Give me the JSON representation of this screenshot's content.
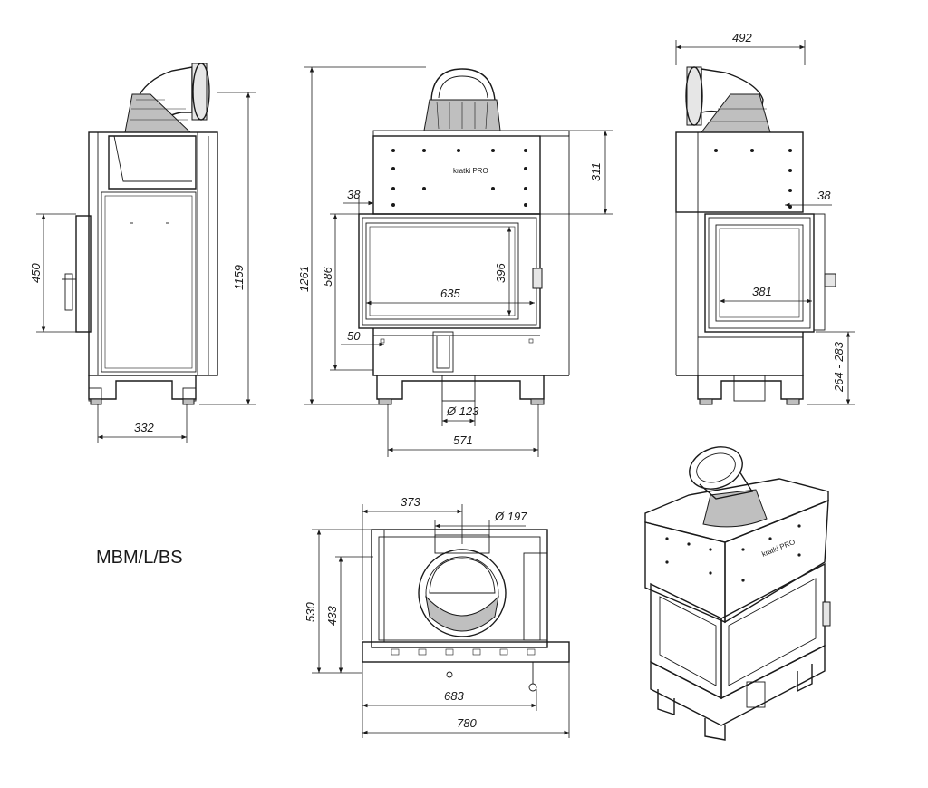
{
  "model_label": "MBM/L/BS",
  "brand": "kratki PRO",
  "side_view": {
    "height": "1159",
    "door_height": "450",
    "depth": "332"
  },
  "front_view": {
    "total_height": "1261",
    "top_block": "311",
    "offset_left": "38",
    "glass_height": "586",
    "glass_width": "635",
    "glass_inner_height": "396",
    "bottom_offset": "50",
    "outlet_diameter": "Ø 123",
    "base_width": "571"
  },
  "right_view": {
    "width": "492",
    "offset": "38",
    "glass_width": "381",
    "leg_height": "264 - 283"
  },
  "top_view": {
    "flue_offset": "373",
    "flue_diameter": "Ø 197",
    "depth_total": "530",
    "depth_inner": "433",
    "width_inner": "683",
    "width_total": "780"
  }
}
